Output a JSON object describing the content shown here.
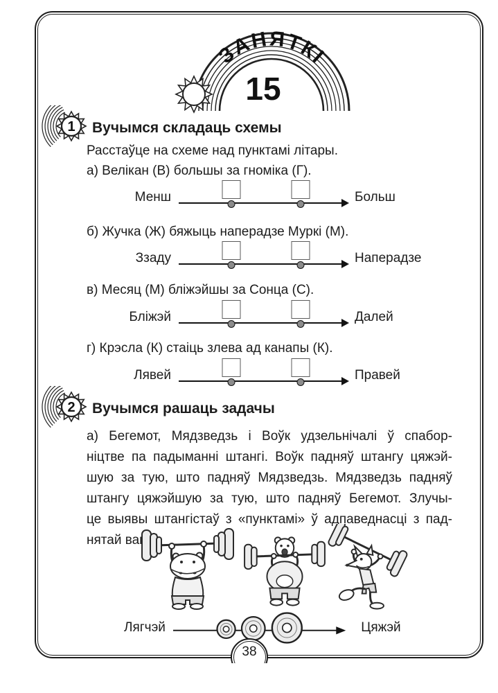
{
  "colors": {
    "ink": "#1c1c1c",
    "box_stroke": "#5a5a5a",
    "dot_fill": "#8c8c8c"
  },
  "banner": {
    "label": "ЗАНЯТКІ",
    "number": "15"
  },
  "sections": [
    {
      "number": "1",
      "title": "Вучымся складаць схемы",
      "intro": "Расстаўце на схеме над пунктамі літары.",
      "items": [
        {
          "text": "а) Велікан (В) большы за гноміка (Г).",
          "left_label": "Менш",
          "right_label": "Больш"
        },
        {
          "text": "б) Жучка (Ж) бяжыць наперадзе Муркі (М).",
          "left_label": "Ззаду",
          "right_label": "Наперадзе"
        },
        {
          "text": "в) Месяц (М) бліжэйшы за Сонца (С).",
          "left_label": "Бліжэй",
          "right_label": "Далей"
        },
        {
          "text": "г) Крэсла (К) стаіць злева ад канапы (К).",
          "left_label": "Лявей",
          "right_label": "Правей"
        }
      ]
    },
    {
      "number": "2",
      "title": "Вучымся рашаць задачы",
      "problem_lines": [
        "а) Бегемот, Мядзведзь і Воўк удзельнічалі ў спабор-",
        "ніцтве па падыманні штангі. Воўк падняў штангу цяжэй-",
        "шую за тую, што падняў Мядзведзь. Мядзведзь падняў",
        "штангу цяжэйшую за тую, што падняў Бегемот. Злучы-",
        "це выявы штангістаў з «пунктамі» ў адпаведнасці з пад-",
        "нятай вагой."
      ],
      "illustrations": [
        "hippo-weightlifter",
        "bear-weightlifter",
        "wolf-weightlifter"
      ],
      "scale": {
        "left_label": "Лягчэй",
        "right_label": "Цяжэй",
        "plate_icons": [
          "small-weight-plate-icon",
          "medium-weight-plate-icon",
          "large-weight-plate-icon"
        ]
      }
    }
  ],
  "footer": {
    "page_number": "38"
  }
}
